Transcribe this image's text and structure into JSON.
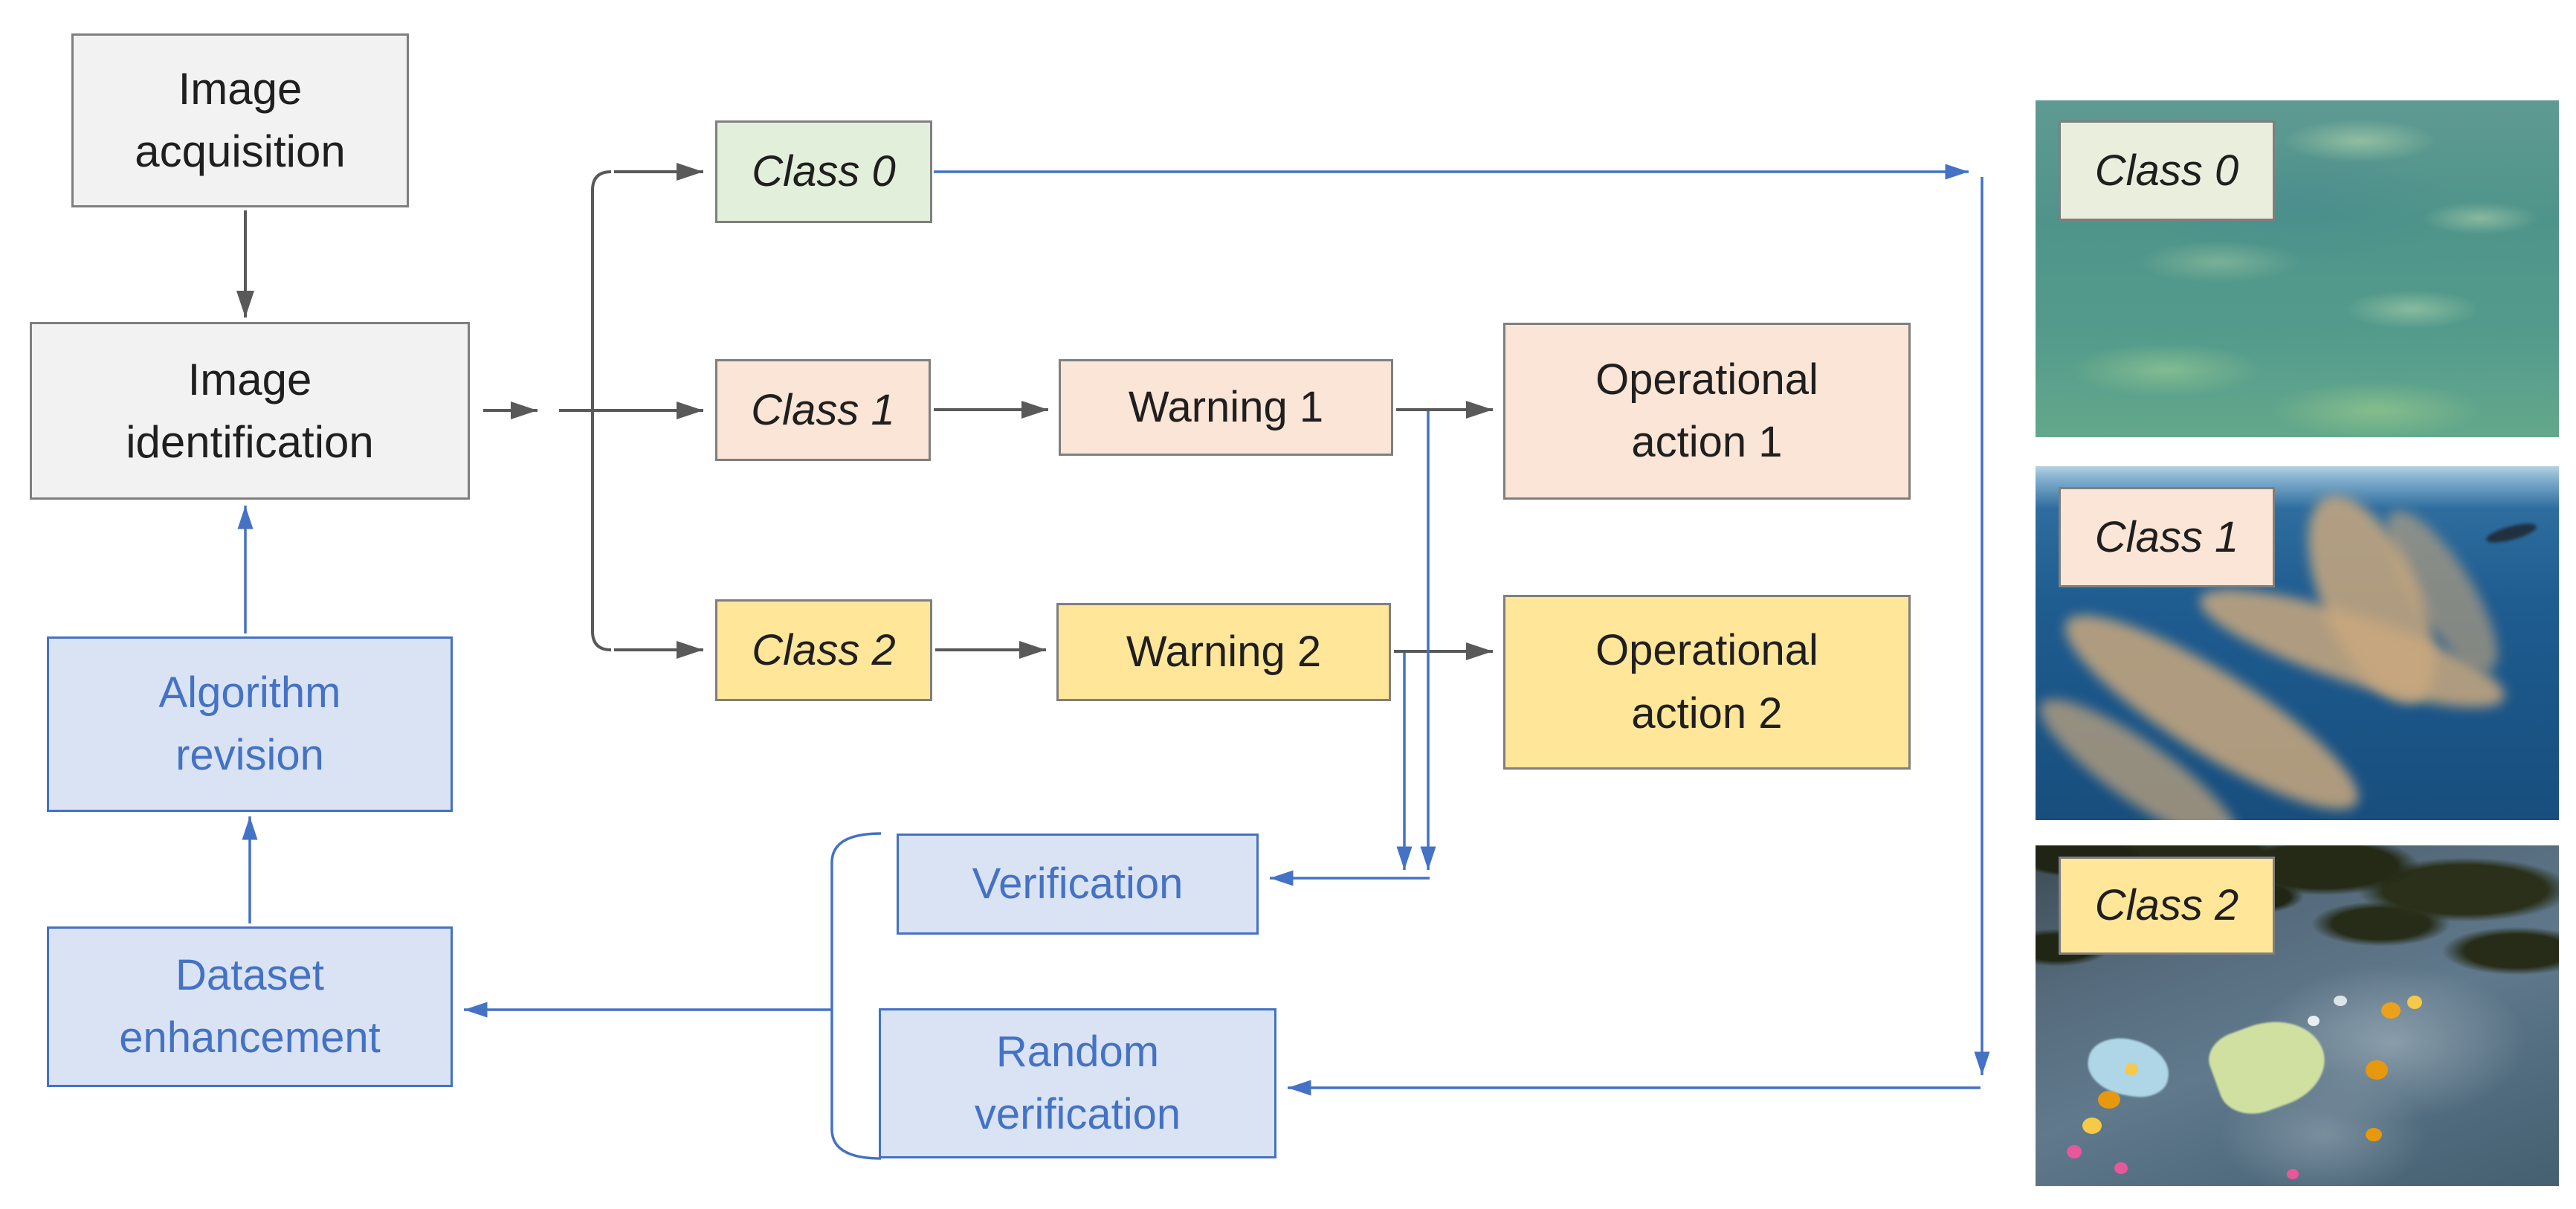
{
  "flowchart": {
    "image_acquisition": "Image\nacquisition",
    "image_identification": "Image\nidentification",
    "class0": "Class 0",
    "class1": "Class 1",
    "class2": "Class 2",
    "warning1": "Warning 1",
    "warning2": "Warning 2",
    "operational_action1": "Operational\naction 1",
    "operational_action2": "Operational\naction 2",
    "verification": "Verification",
    "random_verification": "Random\nverification",
    "algorithm_revision": "Algorithm\nrevision",
    "dataset_enhancement": "Dataset\nenhancement"
  },
  "photo_labels": {
    "class0": "Class 0",
    "class1": "Class 1",
    "class2": "Class 2"
  },
  "colors": {
    "class0_fill": "#e2efda",
    "class1_fill": "#fbe5d6",
    "class2_fill": "#ffe699",
    "neutral_fill": "#f2f2f2",
    "blue_fill": "#dae3f3",
    "blue_accent": "#4472c4",
    "gray_border": "#7f7f7f",
    "gray_arrow": "#595959"
  }
}
